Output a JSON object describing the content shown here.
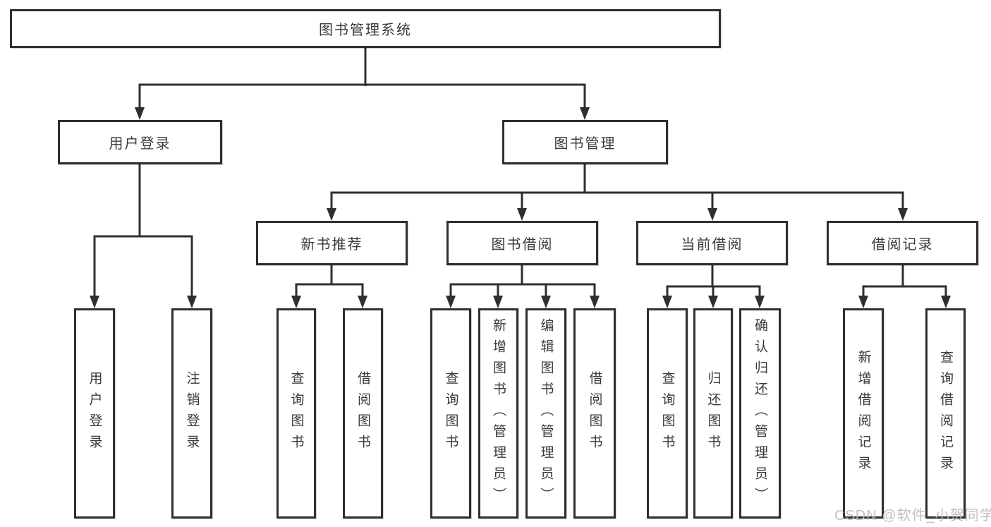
{
  "nodes": {
    "root": "图书管理系统",
    "user_login": "用户登录",
    "book_management": "图书管理",
    "new_books": "新书推荐",
    "book_borrow": "图书借阅",
    "current_borrow": "当前借阅",
    "borrow_records": "借阅记录"
  },
  "leaves": {
    "user_login": [
      "用户登录",
      "注销登录"
    ],
    "new_books": [
      "查询图书",
      "借阅图书"
    ],
    "book_borrow": [
      "查询图书",
      "新增图书（管理员）",
      "编辑图书（管理员）",
      "借阅图书"
    ],
    "current_borrow": [
      "查询图书",
      "归还图书",
      "确认归还（管理员）"
    ],
    "borrow_records": [
      "新增借阅记录",
      "查询借阅记录"
    ]
  },
  "watermark": "CSDN @软件_小贺同学",
  "colors": {
    "line": "#2f2f2f",
    "text": "#3a3a3a",
    "watermark": "#b9b9bd",
    "background": "#ffffff"
  }
}
